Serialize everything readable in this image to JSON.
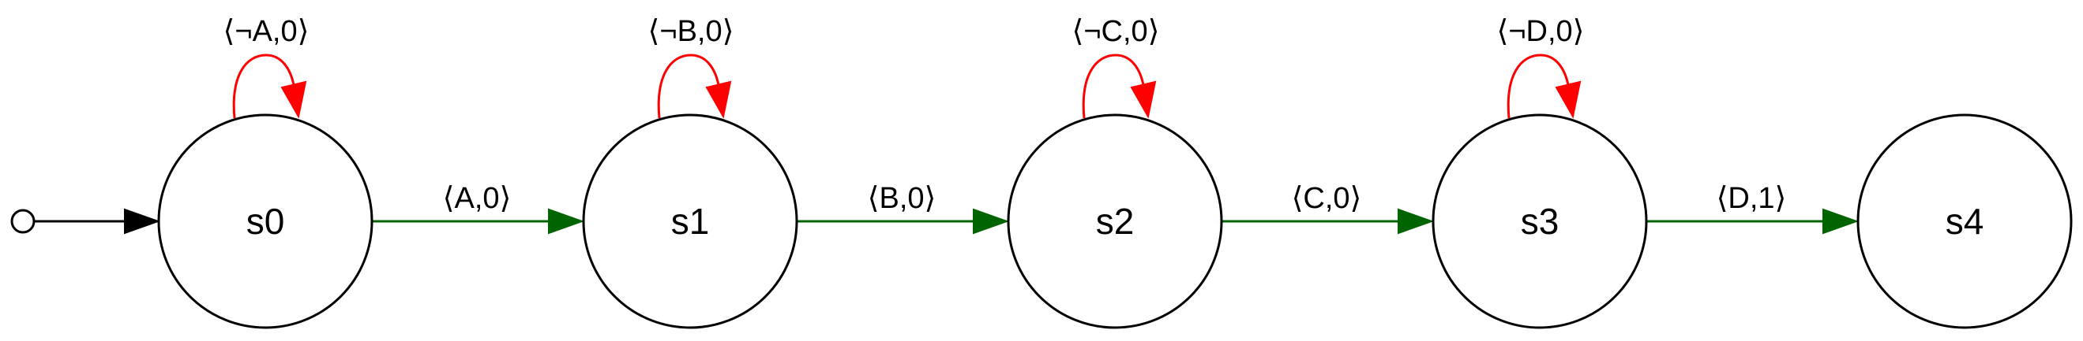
{
  "colors": {
    "self_loop": "#ff0000",
    "transition": "#006400",
    "initial": "#000000",
    "node_stroke": "#000000"
  },
  "states": [
    {
      "id": "s0",
      "label": "s0"
    },
    {
      "id": "s1",
      "label": "s1"
    },
    {
      "id": "s2",
      "label": "s2"
    },
    {
      "id": "s3",
      "label": "s3"
    },
    {
      "id": "s4",
      "label": "s4"
    }
  ],
  "self_loops": [
    {
      "state": "s0",
      "label": "⟨¬A,0⟩"
    },
    {
      "state": "s1",
      "label": "⟨¬B,0⟩"
    },
    {
      "state": "s2",
      "label": "⟨¬C,0⟩"
    },
    {
      "state": "s3",
      "label": "⟨¬D,0⟩"
    }
  ],
  "transitions": [
    {
      "from": "s0",
      "to": "s1",
      "label": "⟨A,0⟩"
    },
    {
      "from": "s1",
      "to": "s2",
      "label": "⟨B,0⟩"
    },
    {
      "from": "s2",
      "to": "s3",
      "label": "⟨C,0⟩"
    },
    {
      "from": "s3",
      "to": "s4",
      "label": "⟨D,1⟩"
    }
  ],
  "initial_state": "s0"
}
